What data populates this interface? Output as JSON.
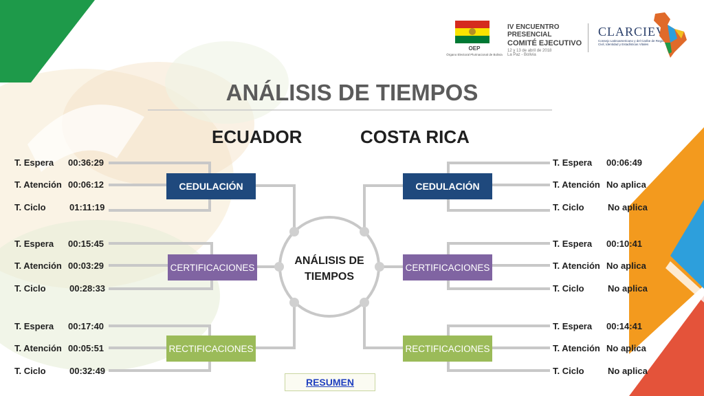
{
  "header": {
    "oep_label": "OEP",
    "oep_sub": "Órgano Electoral Plurinacional de Bolivia",
    "event_line1": "IV ENCUENTRO PRESENCIAL",
    "event_line2": "COMITÉ EJECUTIVO",
    "event_line3": "12 y 13 de abril de 2018",
    "event_line4": "La Paz - Bolivia",
    "clarciev_name": "CLARCIEV",
    "clarciev_sub": "Consejo Latinoamericano y del Caribe de Registro Civil, Identidad y Estadísticas Vitales"
  },
  "title": "ANÁLISIS DE TIEMPOS",
  "left_country": "ECUADOR",
  "right_country": "COSTA RICA",
  "center_label": "ANÁLISIS DE TIEMPOS",
  "resumen_label": "RESUMEN",
  "boxes": {
    "cedulacion": "CEDULACIÓN",
    "certificaciones": "CERTIFICACIONES",
    "rectificaciones": "RECTIFICACIONES"
  },
  "ecuador": {
    "cedulacion": [
      {
        "label": "T. Espera",
        "value": "00:36:29"
      },
      {
        "label": "T. Atención",
        "value": "00:06:12"
      },
      {
        "label": "T. Ciclo",
        "value": "01:11:19"
      }
    ],
    "certificaciones": [
      {
        "label": "T. Espera",
        "value": "00:15:45"
      },
      {
        "label": "T. Atención",
        "value": "00:03:29"
      },
      {
        "label": "T. Ciclo",
        "value": "00:28:33"
      }
    ],
    "rectificaciones": [
      {
        "label": "T. Espera",
        "value": "00:17:40"
      },
      {
        "label": "T. Atención",
        "value": "00:05:51"
      },
      {
        "label": "T. Ciclo",
        "value": "00:32:49"
      }
    ]
  },
  "costa_rica": {
    "cedulacion": [
      {
        "label": "T. Espera",
        "value": "00:06:49"
      },
      {
        "label": "T. Atención",
        "value": "No aplica"
      },
      {
        "label": "T. Ciclo",
        "value": "No aplica"
      }
    ],
    "certificaciones": [
      {
        "label": "T. Espera",
        "value": "00:10:41"
      },
      {
        "label": "T. Atención",
        "value": "No aplica"
      },
      {
        "label": "T. Ciclo",
        "value": "No aplica"
      }
    ],
    "rectificaciones": [
      {
        "label": "T. Espera",
        "value": "00:14:41"
      },
      {
        "label": "T. Atención",
        "value": "No aplica"
      },
      {
        "label": "T. Ciclo",
        "value": "No aplica"
      }
    ]
  },
  "colors": {
    "cedulacion": "#1f497d",
    "certificaciones": "#8064a2",
    "rectificaciones": "#9bbb59",
    "corner_green": "#1e9a4a",
    "corner_orange": "#f39a1e",
    "corner_red": "#e4533a",
    "corner_blue": "#2d9fdc"
  }
}
